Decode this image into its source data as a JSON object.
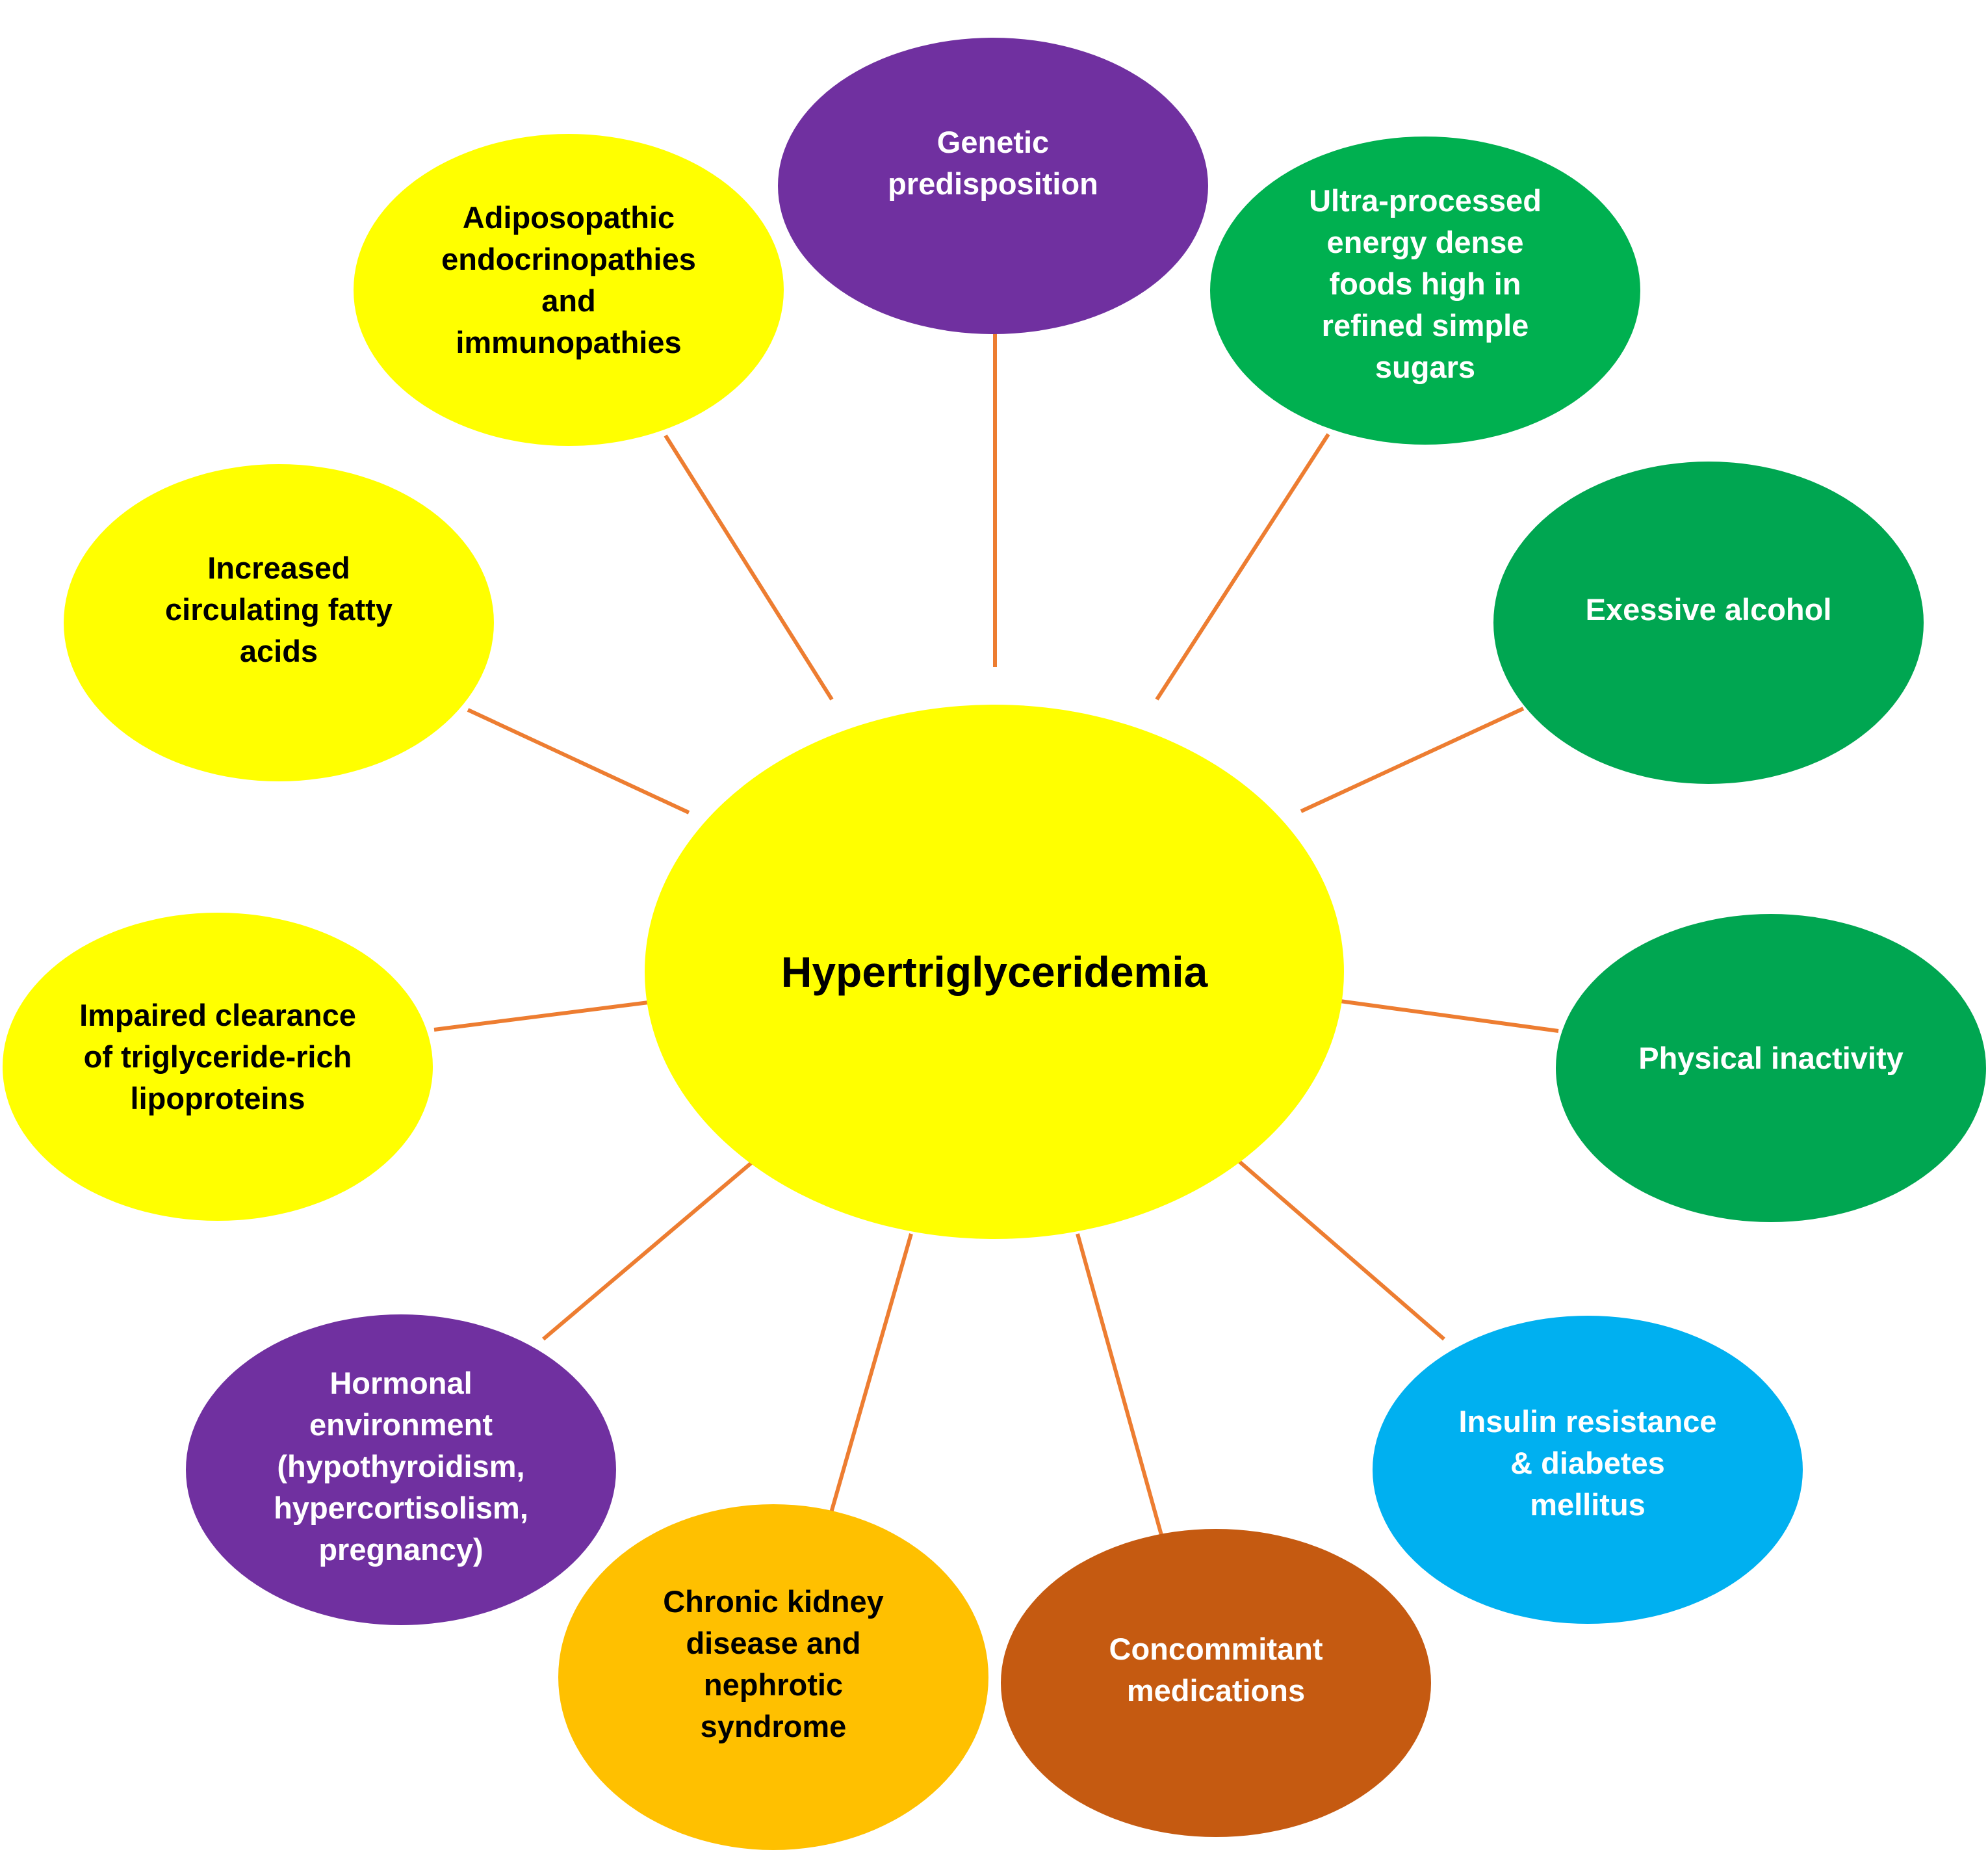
{
  "title": "",
  "center": {
    "label": "Hypertriglyceridemia",
    "fill": "#FFFF00",
    "text_color": "#000000"
  },
  "connector_color": "#ED7D31",
  "factors": [
    {
      "id": "genetic",
      "label": "Genetic\npredisposition",
      "fill": "#7030A0",
      "text_color": "#FFFFFF"
    },
    {
      "id": "ultra",
      "label": "Ultra-processed\nenergy dense\nfoods high in\nrefined simple\nsugars",
      "fill": "#00B050",
      "text_color": "#FFFFFF"
    },
    {
      "id": "alcohol",
      "label": "Exessive alcohol",
      "fill": "#00A651",
      "text_color": "#FFFFFF"
    },
    {
      "id": "phys",
      "label": "Physical inactivity",
      "fill": "#00A651",
      "text_color": "#FFFFFF"
    },
    {
      "id": "insulin",
      "label": "Insulin resistance\n& diabetes\nmellitus",
      "fill": "#00B0F0",
      "text_color": "#FFFFFF"
    },
    {
      "id": "meds",
      "label": "Concommitant\nmedications",
      "fill": "#C55A11",
      "text_color": "#FFFFFF"
    },
    {
      "id": "ckd",
      "label": "Chronic kidney\ndisease and\nnephrotic\nsyndrome",
      "fill": "#FFC000",
      "text_color": "#000000"
    },
    {
      "id": "hormonal",
      "label": "Hormonal\nenvironment\n(hypothyroidism,\nhypercortisolism,\npregnancy)",
      "fill": "#7030A0",
      "text_color": "#FFFFFF"
    },
    {
      "id": "impaired",
      "label": "Impaired clearance\nof triglyceride-rich\nlipoproteins",
      "fill": "#FFFF00",
      "text_color": "#000000"
    },
    {
      "id": "fatty",
      "label": "Increased\ncirculating fatty\nacids",
      "fill": "#FFFF00",
      "text_color": "#000000"
    },
    {
      "id": "adipo",
      "label": "Adiposopathic\nendocrinopathies\nand\nimmunopathies",
      "fill": "#FFFF00",
      "text_color": "#000000"
    }
  ]
}
